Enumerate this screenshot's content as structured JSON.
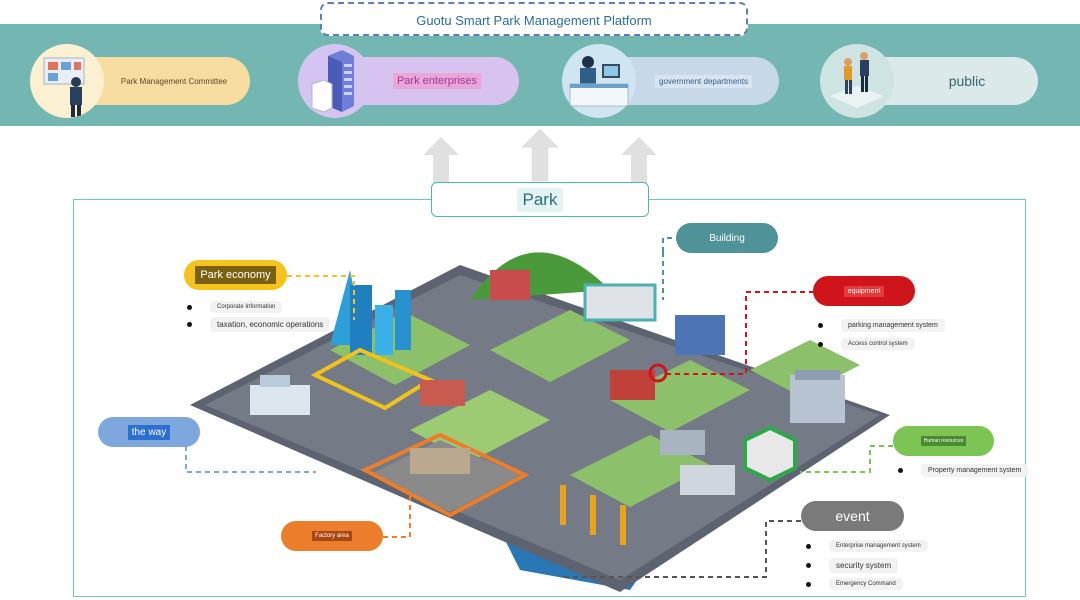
{
  "title": "Guotu Smart Park Management Platform",
  "stakeholders": [
    {
      "label": "Park Management Committee",
      "color": "#f6dca0",
      "icon": "person-at-board-icon"
    },
    {
      "label": "Park enterprises",
      "color": "#d7c2f0",
      "icon": "office-tower-icon"
    },
    {
      "label": "government departments",
      "color": "#c7d9e8",
      "icon": "person-at-desk-icon"
    },
    {
      "label": "public",
      "color": "#dbe9ea",
      "icon": "people-standing-icon"
    }
  ],
  "park": {
    "label": "Park",
    "park_economy": {
      "label": "Park economy",
      "items": [
        "Corporate Information",
        "taxation, economic operations"
      ]
    },
    "building": {
      "label": "Building"
    },
    "equipment": {
      "label": "equipment",
      "items": [
        "parking management system",
        "Access control system"
      ]
    },
    "the_way": {
      "label": "the way"
    },
    "human_resources": {
      "label": "Human resources",
      "items": [
        "Property management system"
      ]
    },
    "factory_area": {
      "label": "Factory area"
    },
    "event": {
      "label": "event",
      "items": [
        "Enterprise management system",
        "security system",
        "Emergency Command"
      ]
    }
  },
  "colors": {
    "band": "#74b6b1",
    "economy": "#f5c31c",
    "building": "#4f9297",
    "equipment": "#d0141c",
    "way": "#7ea7dd",
    "human_resources": "#7cc454",
    "factory": "#ec7e2b",
    "event": "#7a7a7a"
  }
}
